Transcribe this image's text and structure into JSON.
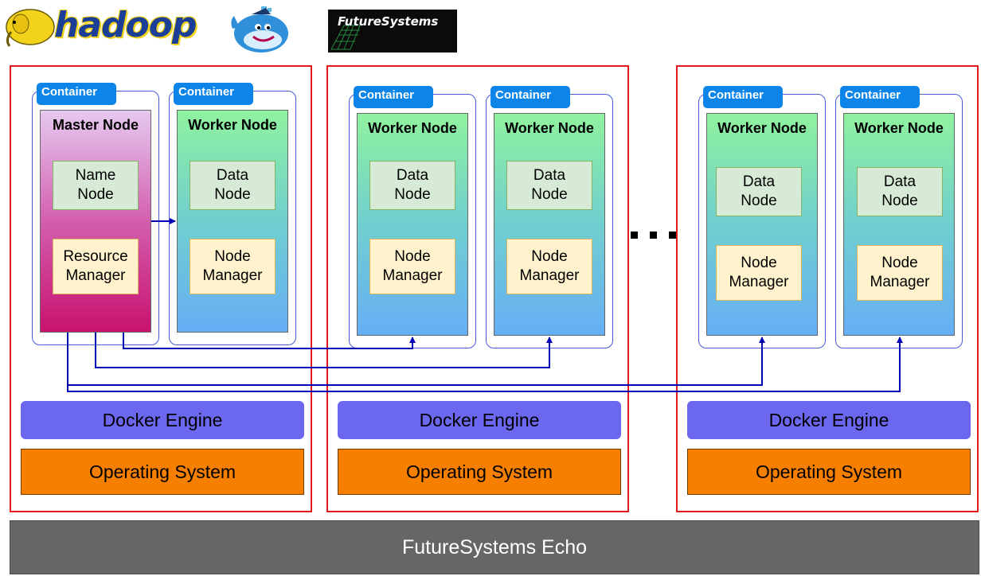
{
  "logos": {
    "hadoop": "hadoop",
    "docker_icon": "docker-whale-icon",
    "futuresystems": "FutureSystems"
  },
  "colors": {
    "host_border": "#e0181b",
    "container_tag": "#0d84e8",
    "docker_engine": "#6b67ee",
    "operating_system": "#f77f00",
    "echo_bar": "#666666",
    "arrow": "#0000b3"
  },
  "hosts": [
    {
      "containers": [
        {
          "tag": "Container",
          "title": "Master Node",
          "top_box": "Name\nNode",
          "bottom_box": "Resource\nManager"
        },
        {
          "tag": "Container",
          "title": "Worker Node",
          "top_box": "Data\nNode",
          "bottom_box": "Node\nManager"
        }
      ],
      "engine": "Docker Engine",
      "os": "Operating System"
    },
    {
      "containers": [
        {
          "tag": "Container",
          "title": "Worker Node",
          "top_box": "Data\nNode",
          "bottom_box": "Node\nManager"
        },
        {
          "tag": "Container",
          "title": "Worker Node",
          "top_box": "Data\nNode",
          "bottom_box": "Node\nManager"
        }
      ],
      "engine": "Docker Engine",
      "os": "Operating System"
    },
    {
      "containers": [
        {
          "tag": "Container",
          "title": "Worker Node",
          "top_box": "Data\nNode",
          "bottom_box": "Node\nManager"
        },
        {
          "tag": "Container",
          "title": "Worker Node",
          "top_box": "Data\nNode",
          "bottom_box": "Node\nManager"
        }
      ],
      "engine": "Docker Engine",
      "os": "Operating System"
    }
  ],
  "platform": "FutureSystems Echo"
}
